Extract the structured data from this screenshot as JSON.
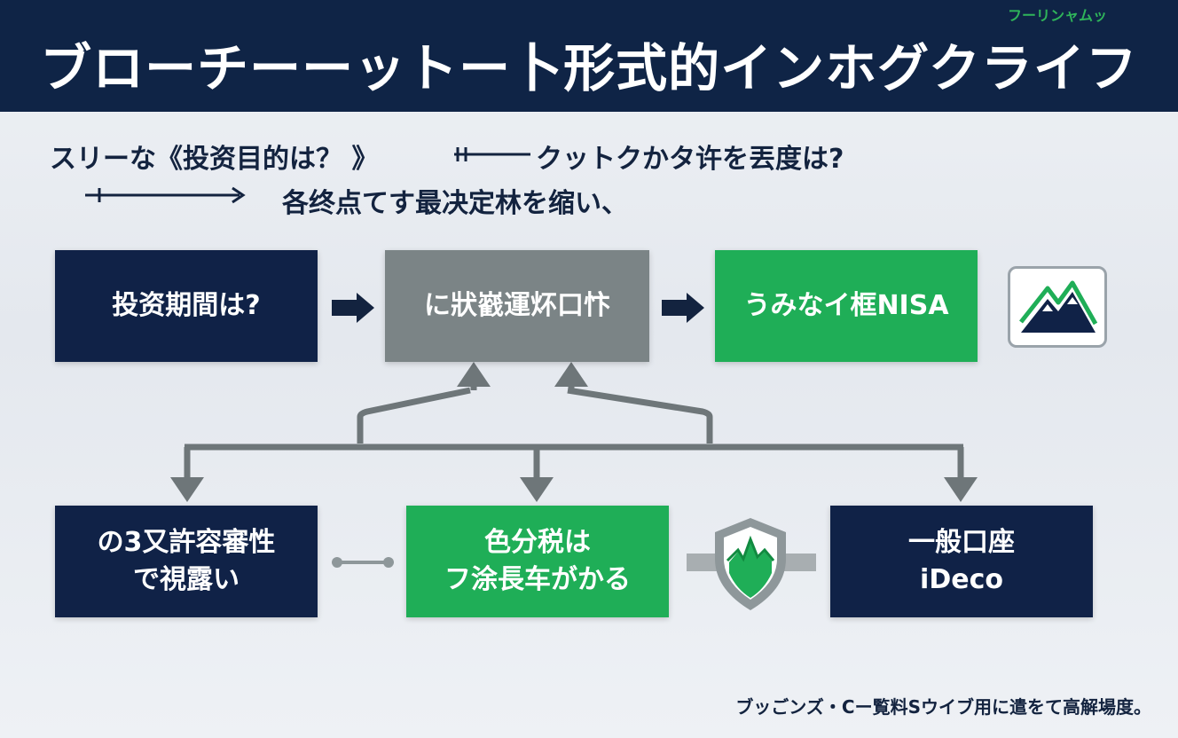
{
  "header": {
    "title": "ブローチーーットー卜形式的インホグクライフ",
    "brand": "フーリンャムッ"
  },
  "intro": {
    "line1_left": "スリーな《投资目的は？ 》",
    "line1_right": "クットクかタ许を丟度は?",
    "line2": "各终点てす最决定林を缩い、"
  },
  "nodes": {
    "period": "投资期間は?",
    "center": "に狀巀運炋口忭",
    "nisa": "うみなイ框NISA",
    "risk": [
      "の3又許容審性",
      "で視露い"
    ],
    "tax": [
      "色分税は",
      "フ涂長车がかる"
    ],
    "ideco": [
      "一般口座",
      "iDeco"
    ]
  },
  "footer": "ブッごンズ・Cー覧料Sウイブ用に遣をて高解場度。",
  "colors": {
    "navy": "#102247",
    "gray": "#7b8486",
    "green": "#1fae57",
    "connector": "#6e7679"
  },
  "icons": [
    "mountain-icon",
    "shield-chart-icon",
    "arrow-right-icon",
    "arrow-up-icon",
    "arrow-down-icon"
  ]
}
